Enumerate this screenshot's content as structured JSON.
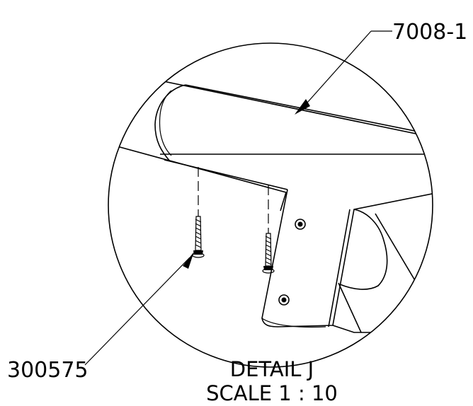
{
  "callouts": {
    "top_right_part": "7008-1",
    "bottom_left_part": "300575"
  },
  "caption": {
    "line1": "DETAIL J",
    "line2": "SCALE 1 : 10"
  }
}
